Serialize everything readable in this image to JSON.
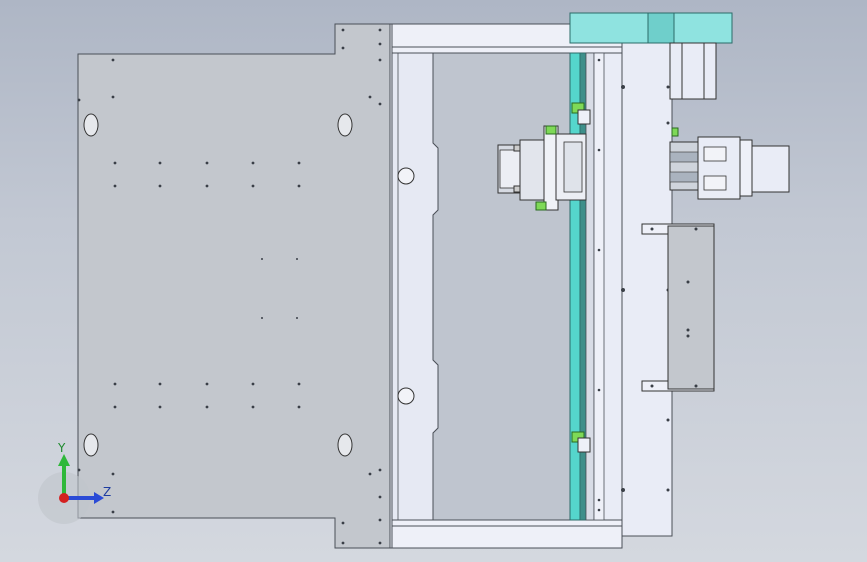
{
  "view": {
    "type": "cad-3d-viewport",
    "background_top": "#aeb6c5",
    "background_bottom": "#d4d8df",
    "part_color": "#c3c7cd",
    "frame_color": "#e9ecf6",
    "rail_color": "#55d6cc",
    "motor_color": "#8fe3e0",
    "accent_green": "#39b54a"
  },
  "triad": {
    "axis_y_label": "Y",
    "axis_z_label": "Z",
    "axis_y_color": "#2fb83a",
    "axis_z_color": "#2b4bd6",
    "axis_x_color": "#d42020"
  }
}
